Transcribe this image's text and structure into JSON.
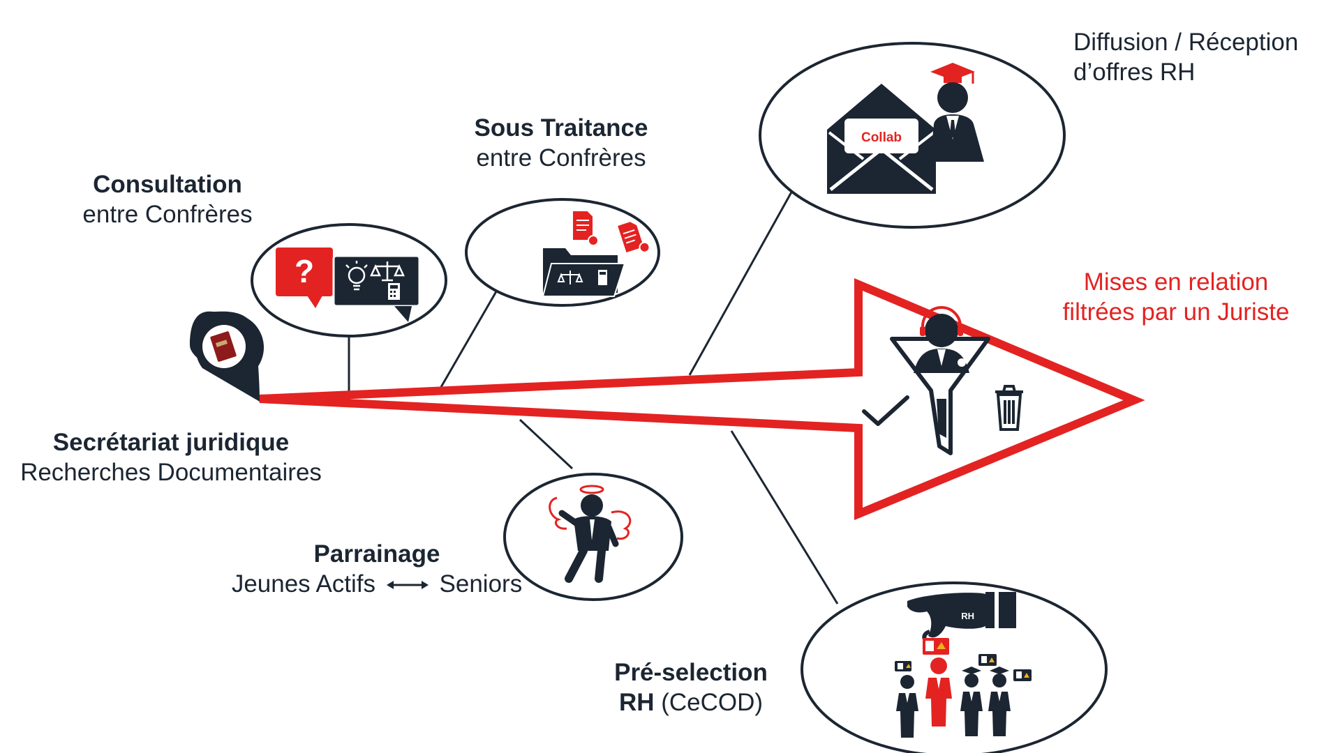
{
  "labels": {
    "consultation": {
      "title": "Consultation",
      "subtitle": "entre Confrères"
    },
    "sous_traitance": {
      "title": "Sous Traitance",
      "subtitle": "entre Confrères"
    },
    "diffusion": {
      "line1": "Diffusion / Réception",
      "line2": "d’offres RH"
    },
    "mises_en_relation": {
      "line1": "Mises en relation",
      "line2": "filtrées par un Juriste"
    },
    "secretariat": {
      "title": "Secrétariat juridique",
      "subtitle": "Recherches Documentaires"
    },
    "parrainage": {
      "title": "Parrainage",
      "left": "Jeunes Actifs",
      "right": "Seniors"
    },
    "preselection": {
      "line1": "Pré-selection",
      "line2_bold": "RH",
      "line2_rest": " (CeCOD)"
    }
  },
  "icons": {
    "envelope_text": "Collab",
    "hand_text": "RH",
    "question_mark": "?"
  },
  "colors": {
    "accent": "#e32322",
    "dark": "#1c2632",
    "book": "#8e1b1b"
  }
}
